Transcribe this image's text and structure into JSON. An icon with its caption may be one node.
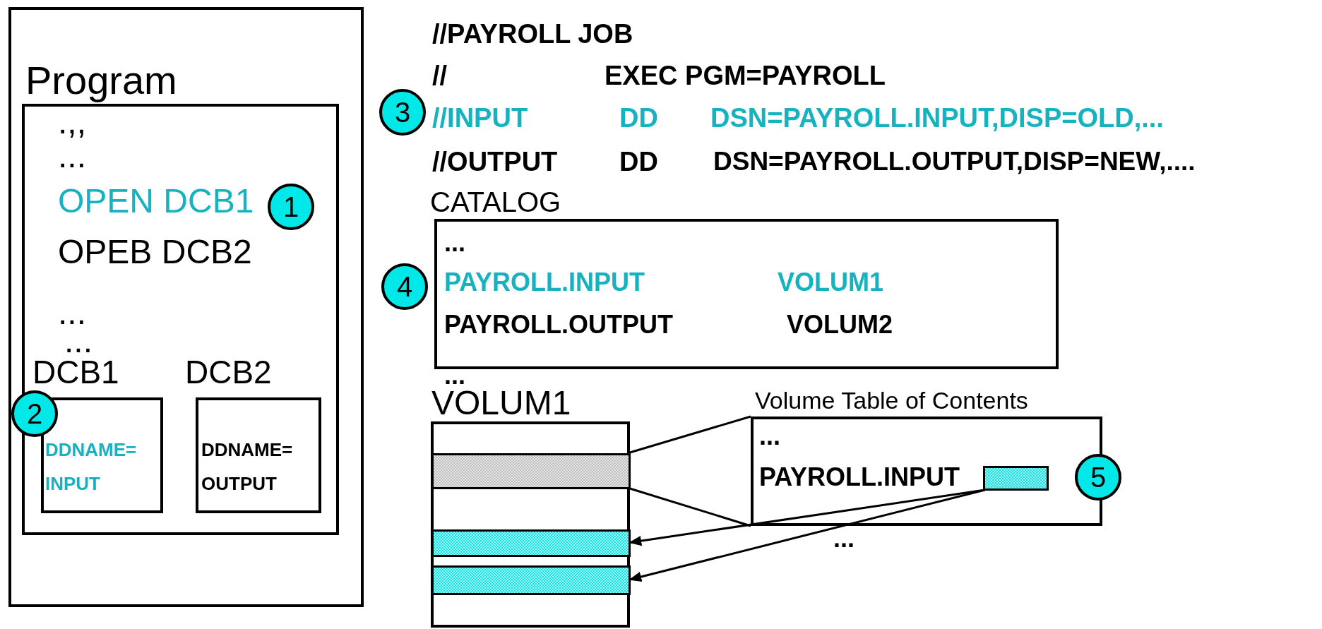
{
  "diagram": {
    "nodes": [
      {
        "text": [
          "Program"
        ]
      },
      {
        "text": [
          ".,,",
          "...",
          "OPEN DCB1",
          "OPEB DCB2",
          "...",
          "..."
        ],
        "in": 0
      },
      {
        "text": [
          "DCB1",
          "DDNAME= INPUT"
        ],
        "in": 1
      },
      {
        "text": [
          "DCB2",
          "DDNAME= OUTPUT"
        ],
        "in": 1
      },
      {
        "text": [
          "1"
        ],
        "in": 1
      },
      {
        "text": [
          "2"
        ],
        "in": 0
      },
      {
        "text": [
          "3"
        ]
      },
      {
        "text": [
          "CATALOG",
          "...",
          "PAYROLL.INPUT",
          "VOLUM1",
          "PAYROLL.OUTPUT",
          "VOLUM2"
        ]
      },
      {
        "text": [
          "4"
        ]
      },
      {
        "text": [
          "VOLUM1"
        ]
      },
      {
        "text": [],
        "shape": "bar",
        "in": 9
      },
      {
        "text": [],
        "shape": "bar",
        "in": 9
      },
      {
        "text": [],
        "shape": "bar",
        "in": 9
      },
      {
        "text": [
          "Volume Table of Contents",
          "...",
          "PAYROLL.INPUT"
        ]
      },
      {
        "text": [],
        "shape": "bar",
        "in": 13
      },
      {
        "text": [
          "5"
        ]
      }
    ],
    "edges": [
      {
        "from": 10,
        "to": 13,
        "arrow": "none"
      },
      {
        "from": 10,
        "to": 13,
        "arrow": "none"
      },
      {
        "from": 14,
        "to": 11,
        "arrow": "to"
      },
      {
        "from": 14,
        "to": 12,
        "arrow": "to"
      }
    ],
    "labels": [
      "//PAYROLL JOB",
      "//",
      "EXEC PGM=PAYROLL",
      "//INPUT",
      "DD",
      "DSN=PAYROLL.INPUT,DISP=OLD,...",
      "//OUTPUT",
      "DD",
      "DSN=PAYROLL.OUTPUT,DISP=NEW,....",
      "...",
      "..."
    ]
  }
}
